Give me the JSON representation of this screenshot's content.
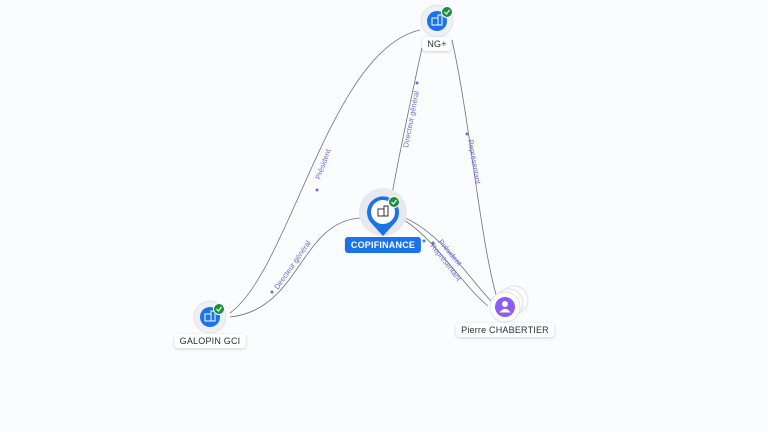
{
  "nodes": {
    "ng": {
      "label": "NG+",
      "icon": "building-icon",
      "verified": true
    },
    "copifinance": {
      "label": "COPIFINANCE",
      "icon": "building-icon",
      "verified": true,
      "focused": true
    },
    "galopin": {
      "label": "GALOPIN GCI",
      "icon": "building-icon",
      "verified": true
    },
    "pierre": {
      "label": "Pierre CHABERTIER",
      "icon": "person-icon",
      "verified": false
    }
  },
  "edges": {
    "galopin_ng": "Président",
    "copifinance_ng": "Directeur général",
    "ng_pierre": "Représentant",
    "galopin_copifinance": "Directeur général",
    "copifinance_pierre_1": "Président",
    "copifinance_pierre_2": "Représentant"
  },
  "colors": {
    "company": "#1a73e8",
    "person": "#8e5cf0",
    "verified": "#1e8e3e",
    "edge": "#6b7280",
    "edge_label": "#6a6fcf"
  }
}
